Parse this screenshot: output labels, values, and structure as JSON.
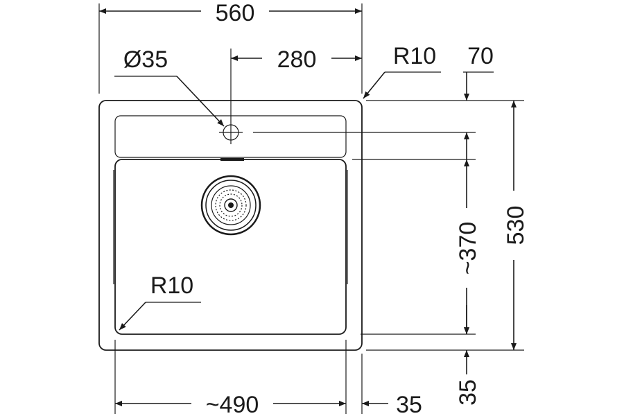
{
  "drawing": {
    "top_width": "560",
    "tap_hole_diameter": "Ø35",
    "tap_hole_offset": "280",
    "corner_radius_outer": "R10",
    "top_offset": "70",
    "bowl_length": "~370",
    "overall_length": "530",
    "corner_radius_inner": "R10",
    "bowl_width": "~490",
    "side_offset": "35",
    "bottom_offset": "35"
  },
  "colors": {
    "line": "#1a1a1a",
    "background": "#ffffff"
  }
}
